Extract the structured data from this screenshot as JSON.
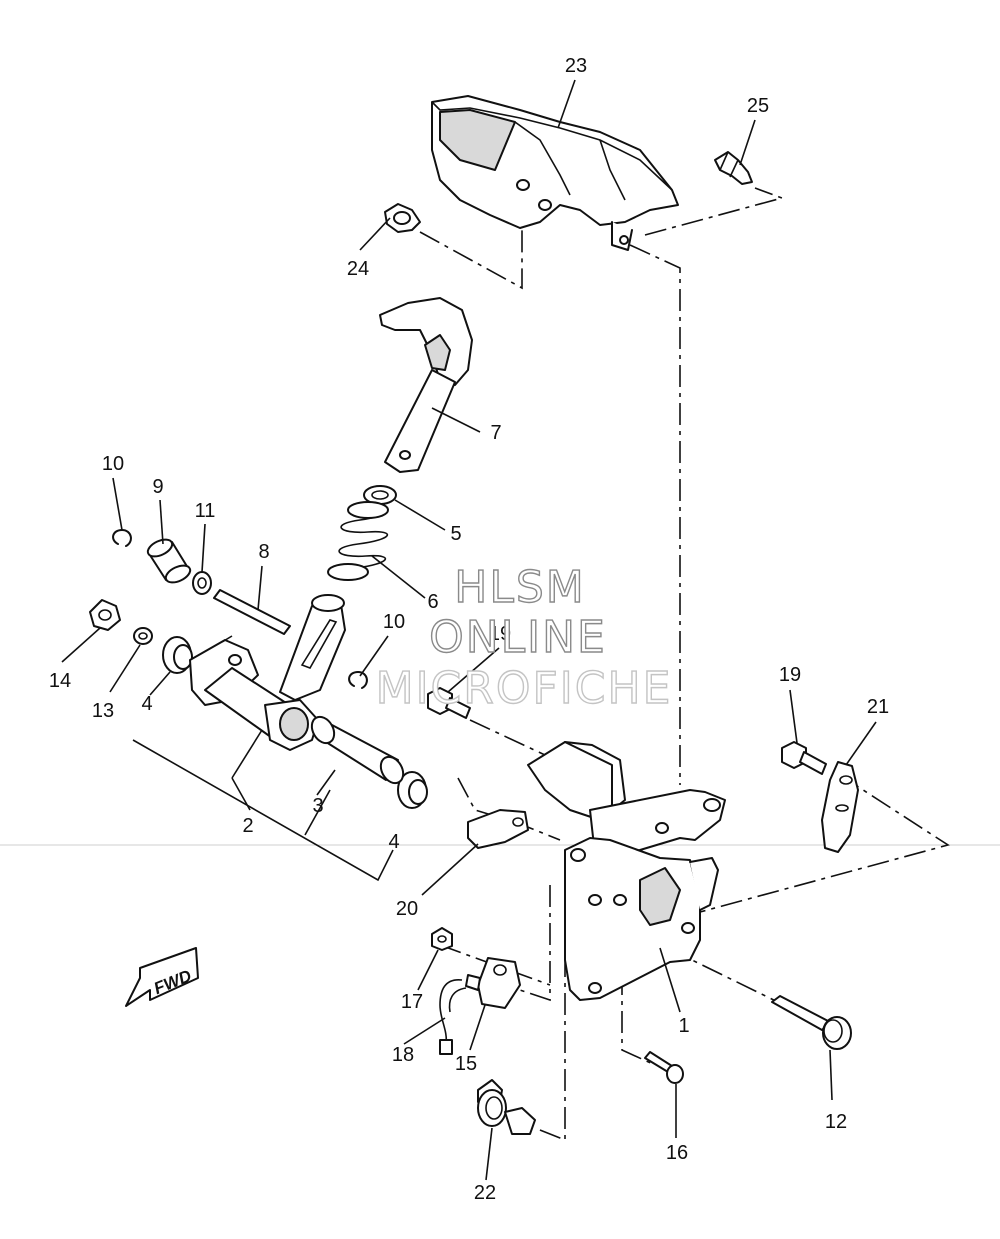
{
  "watermark": {
    "line1": "HLSM",
    "line2": "ONLINE",
    "line3": "MICROFICHE"
  },
  "fwd_label": "FWD",
  "callouts": {
    "c1": "1",
    "c2": "2",
    "c3": "3",
    "c4a": "4",
    "c4b": "4",
    "c5": "5",
    "c6": "6",
    "c7": "7",
    "c8": "8",
    "c9": "9",
    "c10a": "10",
    "c10b": "10",
    "c11": "11",
    "c12": "12",
    "c13": "13",
    "c14": "14",
    "c15": "15",
    "c16": "16",
    "c17": "17",
    "c18": "18",
    "c19a": "19",
    "c19b": "19",
    "c20": "20",
    "c21": "21",
    "c22": "22",
    "c23": "23",
    "c24": "24",
    "c25": "25"
  },
  "colors": {
    "line": "#111111",
    "shade": "#d9d9d9",
    "watermark": "#8a8a8a"
  }
}
